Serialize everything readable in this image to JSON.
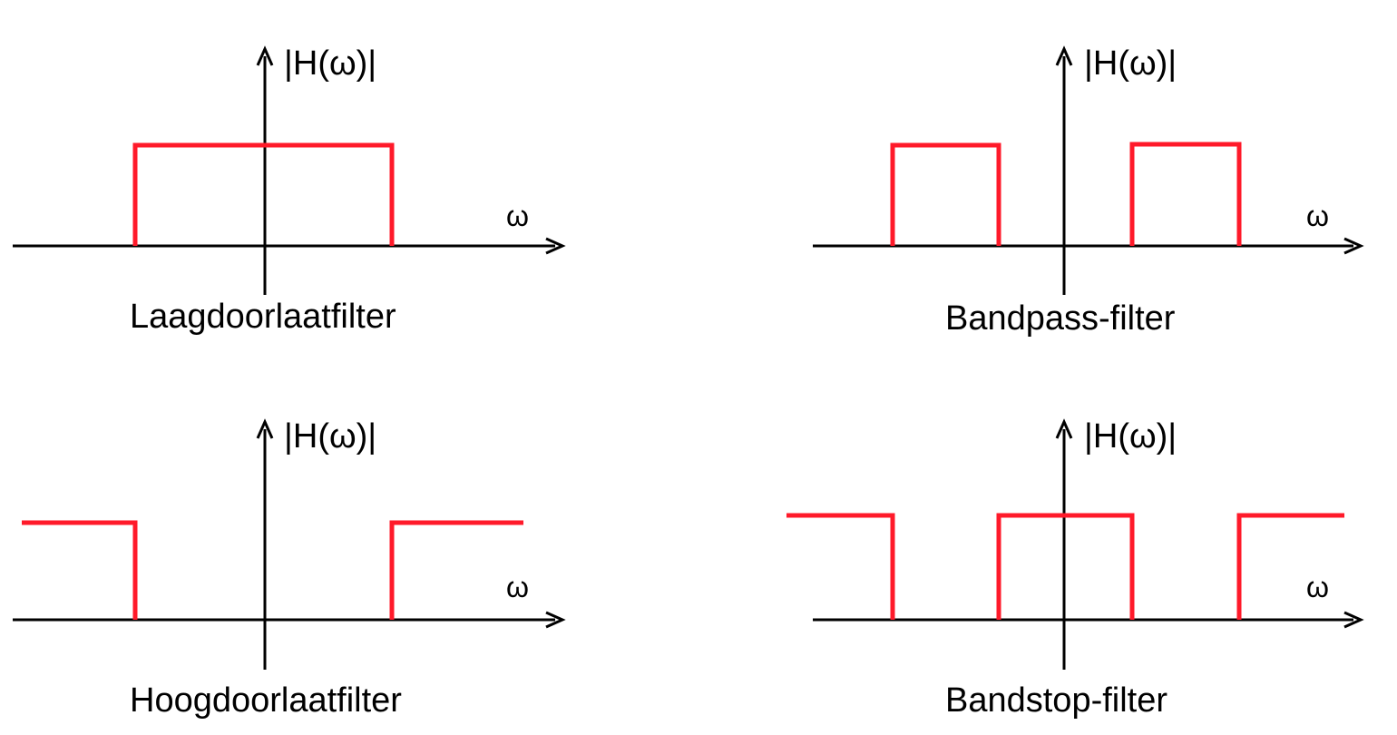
{
  "colors": {
    "axis": "#000000",
    "response": "#ff1a2a"
  },
  "panels": [
    {
      "id": "lowpass",
      "y_label": "|H(ω)|",
      "x_label": "ω",
      "caption": "Laagdoorlaatfilter",
      "response_levels": [
        0,
        1,
        1,
        0
      ]
    },
    {
      "id": "bandpass",
      "y_label": "|H(ω)|",
      "x_label": "ω",
      "caption": "Bandpass-filter",
      "response_levels": [
        0,
        1,
        0,
        1,
        0
      ]
    },
    {
      "id": "highpass",
      "y_label": "|H(ω)|",
      "x_label": "ω",
      "caption": "Hoogdoorlaatfilter",
      "response_levels": [
        1,
        0,
        0,
        1
      ]
    },
    {
      "id": "bandstop",
      "y_label": "|H(ω)|",
      "x_label": "ω",
      "caption": "Bandstop-filter",
      "response_levels": [
        1,
        0,
        1,
        0,
        1
      ]
    }
  ]
}
